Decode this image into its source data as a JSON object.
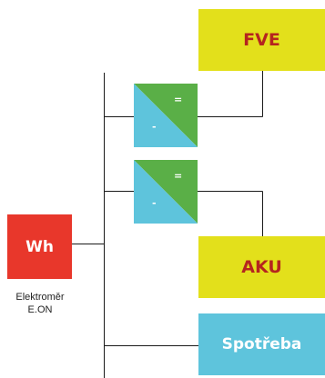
{
  "blocks": {
    "fve": {
      "label": "FVE"
    },
    "aku": {
      "label": "AKU"
    },
    "spotreba": {
      "label": "Spotřeba"
    },
    "meter": {
      "label": "Wh"
    }
  },
  "meter_caption": {
    "line1": "Elektroměr",
    "line2": "E.ON"
  },
  "converters": [
    {
      "dc_symbol": "=",
      "ac_symbol": "-"
    },
    {
      "dc_symbol": "=",
      "ac_symbol": "-"
    }
  ],
  "colors": {
    "yellow_block": "#e3e01b",
    "red_text": "#b5251f",
    "cyan_block": "#5ec4dc",
    "meter_red": "#e8372b",
    "converter_green": "#5aaf47",
    "converter_cyan": "#5ec4dc",
    "wire": "#1a1a1a"
  }
}
